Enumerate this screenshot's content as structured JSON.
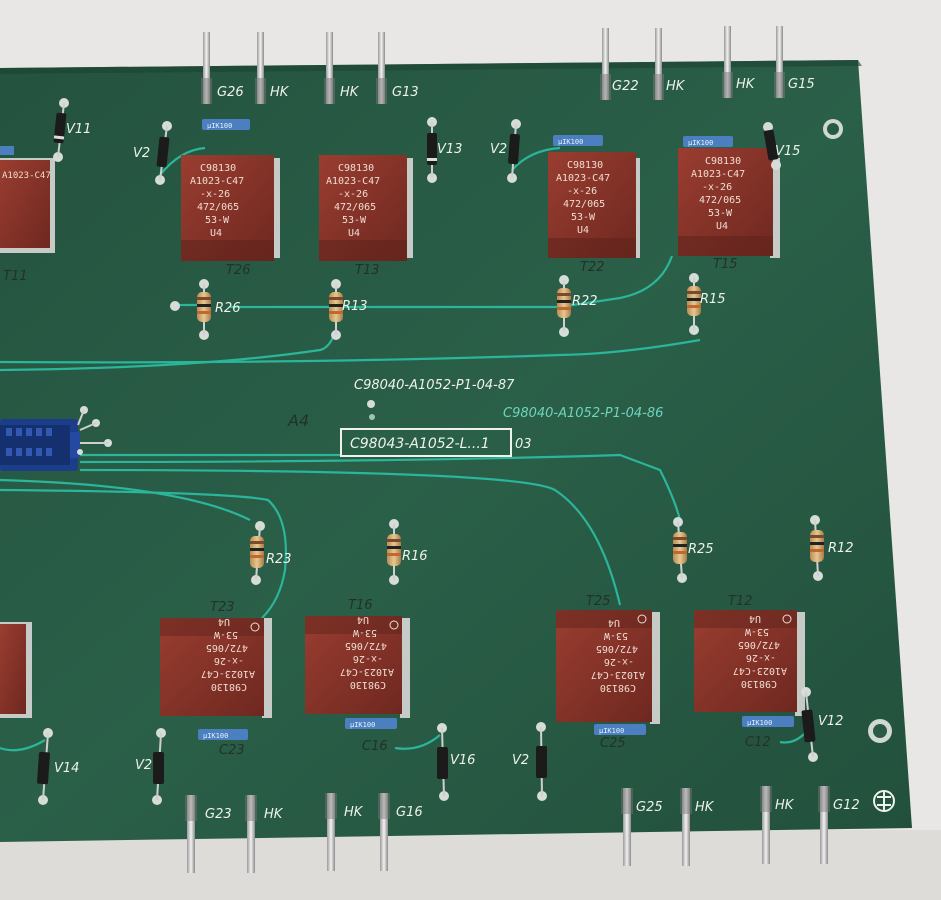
{
  "board": {
    "color_board": "#2a5a45",
    "color_trace": "#2bb59a",
    "color_transformer": "#8b3328",
    "color_capacitor": "#4c7fbf",
    "part_number_top": "C98040-A1052-P1-04-87",
    "part_number_cyan": "C98040-A1052-P1-04-86",
    "part_number_box": "C98043-A1052-L...1",
    "revision": "03",
    "assembly_mark": "A4",
    "logo_icon": "factory-logo-icon"
  },
  "top_pins": [
    {
      "label": "G26"
    },
    {
      "label": "HK"
    },
    {
      "label": "HK"
    },
    {
      "label": "G13"
    },
    {
      "label": "G22"
    },
    {
      "label": "HK"
    },
    {
      "label": "HK"
    },
    {
      "label": "G15"
    }
  ],
  "bottom_pins": [
    {
      "label": "G23"
    },
    {
      "label": "HK"
    },
    {
      "label": "HK"
    },
    {
      "label": "G16"
    },
    {
      "label": "G25"
    },
    {
      "label": "HK"
    },
    {
      "label": "HK"
    },
    {
      "label": "G12"
    }
  ],
  "transformer_marking": [
    "C98130",
    "A1023-C47",
    "-x-26",
    "472/065",
    "53-W",
    "U4"
  ],
  "capacitor_marking": "μIK100",
  "transformers": [
    {
      "ref": "T11"
    },
    {
      "ref": "T26"
    },
    {
      "ref": "T13"
    },
    {
      "ref": "T22"
    },
    {
      "ref": "T15"
    },
    {
      "ref": "T23"
    },
    {
      "ref": "T16"
    },
    {
      "ref": "T25"
    },
    {
      "ref": "T12"
    }
  ],
  "resistors": [
    {
      "ref": "R26"
    },
    {
      "ref": "R13"
    },
    {
      "ref": "R22"
    },
    {
      "ref": "R15"
    },
    {
      "ref": "R23"
    },
    {
      "ref": "R16"
    },
    {
      "ref": "R25"
    },
    {
      "ref": "R12"
    }
  ],
  "diodes": [
    {
      "ref": "V11"
    },
    {
      "ref": "V2"
    },
    {
      "ref": "V13"
    },
    {
      "ref": "V2"
    },
    {
      "ref": "V15"
    },
    {
      "ref": "V14"
    },
    {
      "ref": "V2"
    },
    {
      "ref": "V16"
    },
    {
      "ref": "V2"
    },
    {
      "ref": "V12"
    }
  ],
  "capacitors": [
    {
      "ref": "C23"
    },
    {
      "ref": "C16"
    },
    {
      "ref": "C25"
    },
    {
      "ref": "C12"
    }
  ]
}
